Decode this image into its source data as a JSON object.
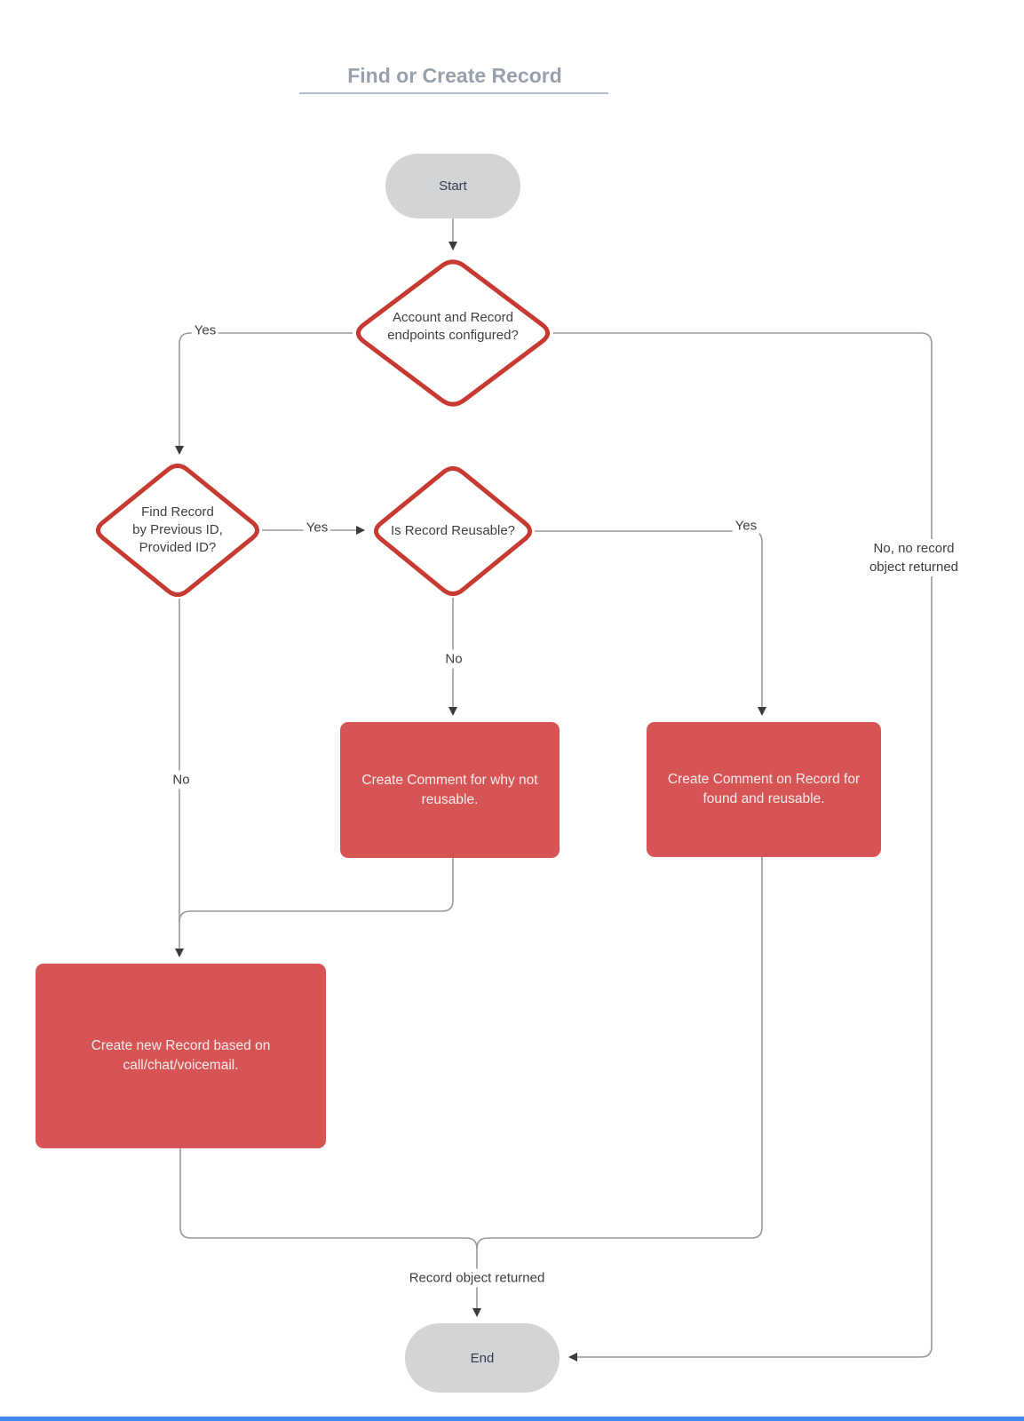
{
  "title": {
    "text": "Find or Create Record"
  },
  "nodes": {
    "start": {
      "label": "Start"
    },
    "decision_endpoints": {
      "lines": [
        "Account and Record",
        "endpoints configured?"
      ]
    },
    "decision_find_record": {
      "lines": [
        "Find Record",
        "by Previous ID,",
        "Provided ID?"
      ]
    },
    "decision_reusable": {
      "lines": [
        "Is Record Reusable?"
      ]
    },
    "process_comment_not_reusable": {
      "lines": [
        "Create Comment for why not",
        "reusable."
      ]
    },
    "process_comment_found": {
      "lines": [
        "Create Comment on Record for",
        "found and reusable."
      ]
    },
    "process_create_record": {
      "lines": [
        "Create new Record based on",
        "call/chat/voicemail."
      ]
    },
    "end": {
      "label": "End"
    }
  },
  "edge_labels": {
    "endpoints_yes": "Yes",
    "endpoints_no": {
      "lines": [
        "No, no record",
        "object returned"
      ]
    },
    "find_yes": "Yes",
    "find_no": "No",
    "reusable_yes": "Yes",
    "reusable_no": "No",
    "record_returned": "Record object returned"
  },
  "colors": {
    "process_fill": "#d65554",
    "process_text": "#f3eded",
    "decision_border": "#c73a31",
    "terminal_fill": "#d2d4d6",
    "terminal_text": "#333e4f",
    "connector": "#999999",
    "arrowhead": "#3b3b3b",
    "title_text": "#98a0ad",
    "title_underline": "#b3bac7",
    "bottom_bar": "#4285f4"
  }
}
